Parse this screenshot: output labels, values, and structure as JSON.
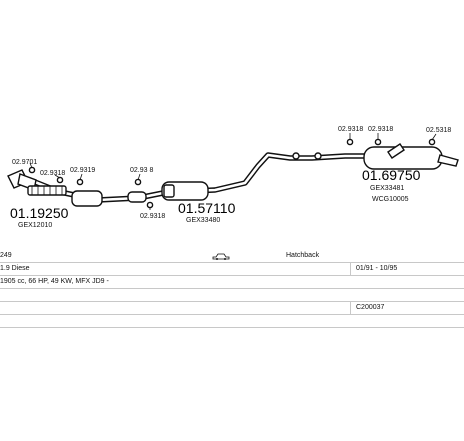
{
  "parts": [
    {
      "code": "01.19250",
      "ref": "GEX12010"
    },
    {
      "code": "01.57110",
      "ref": "GEX33480"
    },
    {
      "code": "01.69750",
      "ref": "GEX33481",
      "ref2": "WCG10005"
    }
  ],
  "callouts": {
    "c1": "02.9701",
    "c2": "02.9318",
    "c3": "02.9319",
    "c4": "02.93 8",
    "c5": "02.9318",
    "c6": "02.9318",
    "c7": "02.9318",
    "c8": "02.5318"
  },
  "vehicle": {
    "id": "249",
    "body": "Hatchback",
    "engine": "1.9 Diese",
    "years": "01/91 - 10/95",
    "spec": "1905 cc, 66 HP, 49 KW, MFX JD9 -",
    "code": "C200037"
  }
}
